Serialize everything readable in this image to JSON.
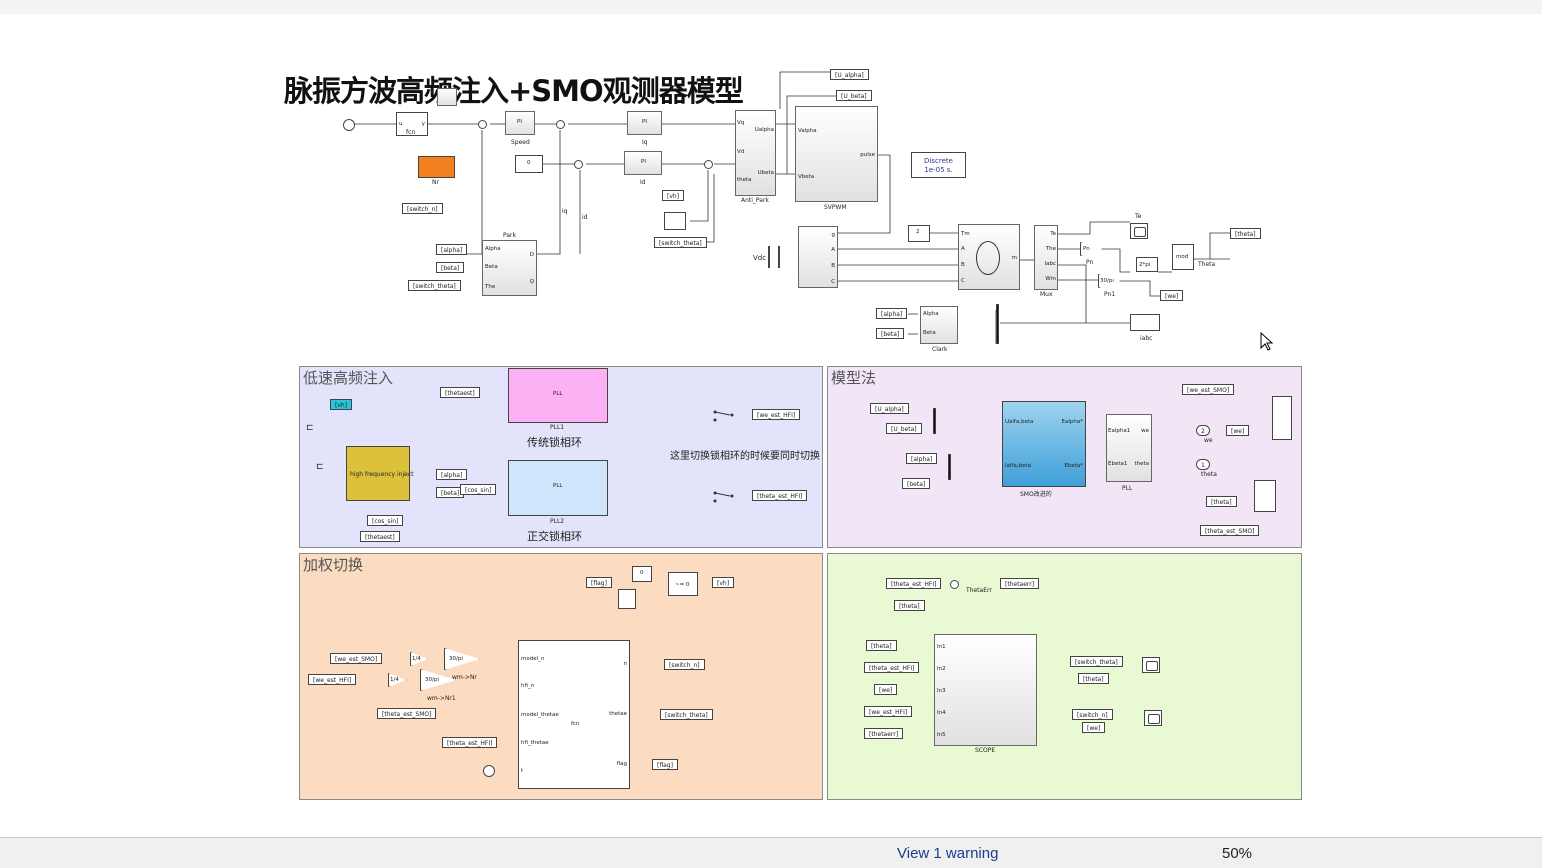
{
  "title": "脉振方波高频注入+SMO观测器模型",
  "colors": {
    "area_lowspeed": "#e3e3fb",
    "area_model": "#f2e6f6",
    "area_weight": "#fbdcc0",
    "area_scope": "#e8f9d4",
    "hfi_block": "#dcc23b",
    "pll1": "#fbb1f4",
    "pll2": "#cfe5fb",
    "smo": "#4aa8de",
    "nr_block": "#f4811f",
    "vh_tag": "#27c6d8"
  },
  "top": {
    "fcn": "fcn",
    "u": "u",
    "y": "y",
    "nr": "Nr",
    "switch_n": "[switch_n]",
    "pi": "PI",
    "speed": "Speed",
    "iq": "Iq",
    "id": "Id",
    "zero": "0",
    "vh": "[vh]",
    "switch_theta": "[switch_theta]",
    "park": "Park",
    "alpha": "Alpha",
    "beta": "Beta",
    "the": "The",
    "d": "D",
    "q": "Q",
    "alpha_tag": "[alpha]",
    "beta_tag": "[beta]",
    "anti_park": "Anti_Park",
    "vq": "Vq",
    "vd": "Vd",
    "theta": "theta",
    "ualpha": "Ualpha",
    "ubeta": "Ubeta",
    "u_alpha": "[U_alpha]",
    "u_beta": "[U_beta]",
    "svpwm": "SVPWM",
    "valpha": "Valpha",
    "vbeta": "Vbeta",
    "pulse": "pulse",
    "discrete": "Discrete",
    "ts": "1e-05 s.",
    "vdc": "Vdc",
    "two": "2",
    "tm": "Tm",
    "m": "m",
    "a": "A",
    "b": "B",
    "c": "C",
    "g": "g",
    "mux": "Mux",
    "te": "Te",
    "the2": "The",
    "iabc": "Iabc",
    "wm": "Wm",
    "pn": "Pn",
    "pn1": "Pn1",
    "thirty_pi": "30/pi",
    "we": "[we]",
    "two_pi": "2*pi",
    "mod": "mod",
    "theta_lbl": "Theta",
    "theta_tag": "[theta]",
    "te_lbl": "Te",
    "iabc_lbl": "iabc",
    "clark": "Clark",
    "iq_small": "iq",
    "id_small": "id"
  },
  "low_speed": {
    "label": "低速高频注入",
    "thetaest": "[thetaest]",
    "vh": "[vh]",
    "hfi": "high frequency inject",
    "alpha": "[alpha]",
    "beta": "[beta]",
    "cos_sin": "[cos_sin]",
    "cos_sin2": "[cos_sin]",
    "thetaest2": "[thetaest]",
    "pll": "PLL",
    "pll1": "PLL1",
    "pll1_cn": "传统锁相环",
    "pll2": "PLL2",
    "pll2_cn": "正交锁相环",
    "note": "这里切换锁相环的时候要同时切换",
    "we_est_hfi": "[we_est_HFI]",
    "theta_est_hfi": "[theta_est_HFI]"
  },
  "model": {
    "label": "模型法",
    "u_alpha": "[U_alpha]",
    "u_beta": "[U_beta]",
    "alpha": "[alpha]",
    "beta": "[beta]",
    "smo": "SMO改进的",
    "ualfa": "Ualfa,beta",
    "ialfa": "Ialfa,beta",
    "ealpha": "Ealpha*",
    "ebeta": "Ebeta*",
    "pll": "PLL",
    "ealpha1": "Ealpha1",
    "ebeta1": "Ebeta1",
    "we": "we",
    "theta": "theta",
    "we_est_smo": "[we_est_SMO]",
    "out2": "2",
    "out2_lbl": "we",
    "we_tag": "[we]",
    "out1": "1",
    "out1_lbl": "theta",
    "theta_tag": "[theta]",
    "theta_est_smo": "[theta_est_SMO]"
  },
  "weight": {
    "label": "加权切换",
    "flag": "[flag]",
    "zero": "0",
    "neq": "~= 0",
    "vh": "[vh]",
    "we_est_smo": "[we_est_SMO]",
    "we_est_hfi": "[we_est_HFI]",
    "gain": "1/4",
    "gain2": "1/4",
    "thirty_pi": "30/pi",
    "thirty_pi2": "30/pi",
    "wm_nr": "wm->Nr",
    "wm_nr1": "wm->Nr1",
    "theta_est_smo": "[theta_est_SMO]",
    "theta_est_hfi": "[theta_est_HFI]",
    "model_n": "model_n",
    "hfi_n": "hfi_n",
    "model_thetae": "model_thetae",
    "hfi_thetae": "hfi_thetae",
    "t": "t",
    "n": "n",
    "thetae": "thetae",
    "flag_out": "flag",
    "fcn": "fcn",
    "switch_n": "[switch_n]",
    "switch_theta": "[switch_theta]",
    "flag_tag": "[flag]"
  },
  "scope": {
    "theta_est_hfi": "[theta_est_HFI]",
    "theta": "[theta]",
    "thetaerr": "[thetaerr]",
    "thetaerr_lbl": "ThetaErr",
    "in1": "In1",
    "in2": "In2",
    "in3": "In3",
    "in4": "In4",
    "in5": "In5",
    "scope_lbl": "SCOPE",
    "t1": "[theta]",
    "t2": "[theta_est_HFI]",
    "t3": "[we]",
    "t4": "[we_est_HFI]",
    "t5": "[thetaerr]",
    "sw_theta": "[switch_theta]",
    "theta2": "[theta]",
    "sw_n": "[switch_n]",
    "we2": "[we]"
  },
  "status": {
    "warning": "View 1 warning",
    "zoom": "50%"
  }
}
